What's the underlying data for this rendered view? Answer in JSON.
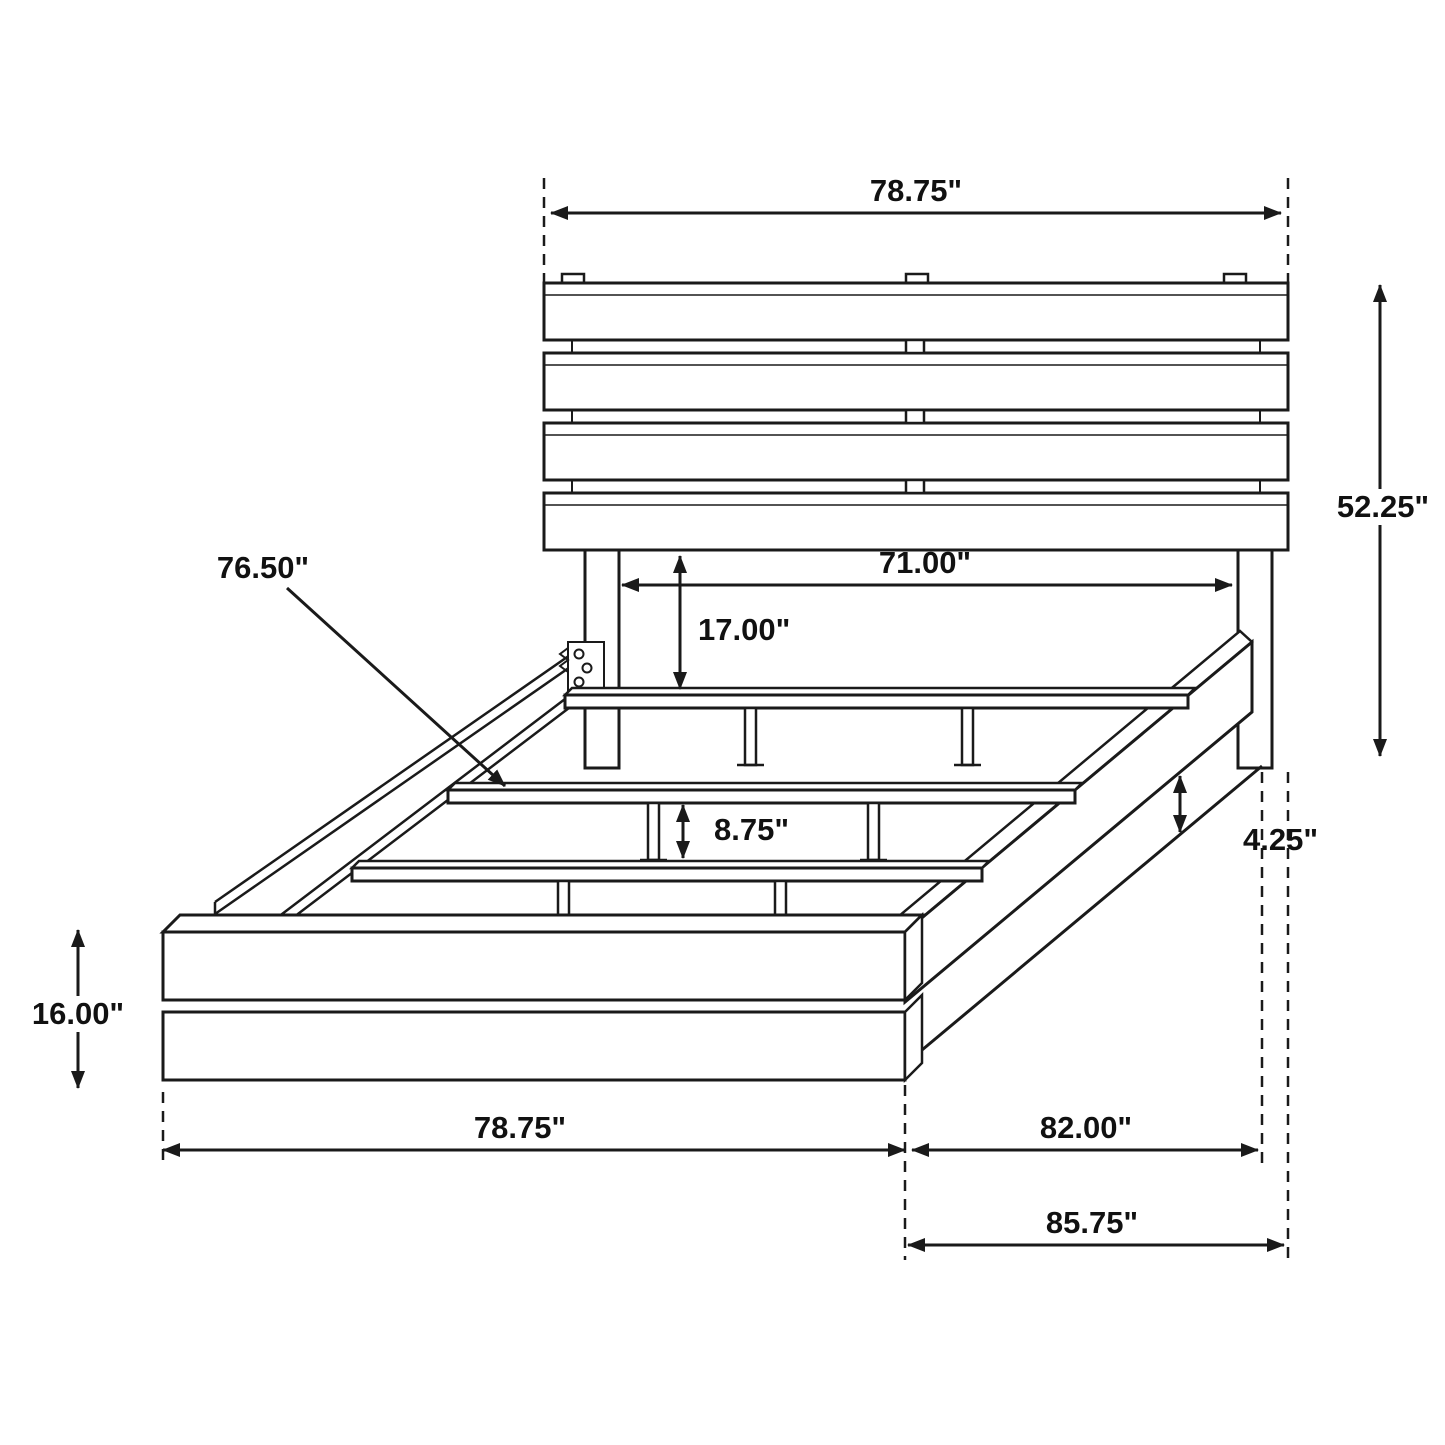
{
  "colors": {
    "line": "#1a1a1a",
    "background": "#ffffff",
    "text": "#111111"
  },
  "labels": {
    "headboard_width": "78.75\"",
    "headboard_height": "52.25\"",
    "rail_length": "76.50\"",
    "inner_width": "71.00\"",
    "headboard_clearance": "17.00\"",
    "slat_support_height": "8.75\"",
    "side_rail_height": "4.25\"",
    "footboard_height": "16.00\"",
    "frame_width": "78.75\"",
    "frame_length": "82.00\"",
    "overall_length": "85.75\""
  }
}
